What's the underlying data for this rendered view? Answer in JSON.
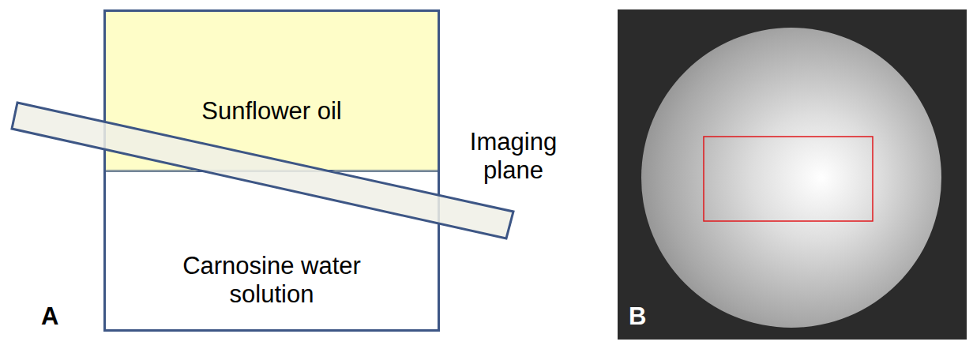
{
  "diagram": {
    "nodes": [
      {
        "text": [
          "Sunflower oil"
        ]
      },
      {
        "text": [
          "Carnosine water solution"
        ]
      }
    ],
    "labels": [
      "Imaging plane",
      "A",
      "B"
    ]
  }
}
